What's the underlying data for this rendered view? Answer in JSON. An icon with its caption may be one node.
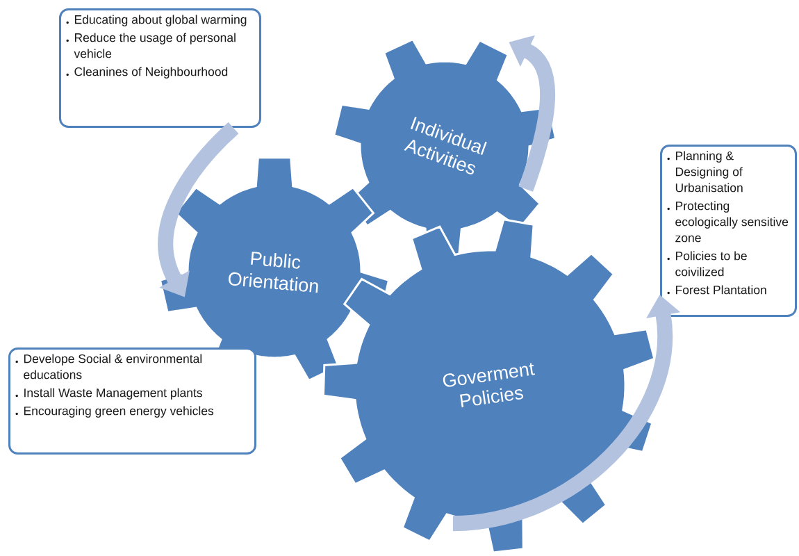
{
  "diagram": {
    "nodes": [
      {
        "text": [
          "Educating about global warming",
          "Reduce the usage of personal vehicle",
          "Cleanines of Neighbourhood"
        ]
      },
      {
        "text": [
          "Individual Activities"
        ]
      },
      {
        "text": [
          "Public Orientation"
        ]
      },
      {
        "text": [
          "Planning & Designing of Urbanisation",
          "Protecting ecologically sensitive zone",
          "Policies to be coivilized",
          "Forest Plantation"
        ]
      },
      {
        "text": [
          "Develope Social & environmental educations",
          "Install Waste Management plants",
          "Encouraging green energy vehicles"
        ]
      },
      {
        "text": [
          "Goverment Policies"
        ]
      }
    ],
    "edges": [
      {
        "from": 0,
        "to": 2,
        "arrow": "to"
      },
      {
        "from": 1,
        "to": null,
        "arrow": "to"
      },
      {
        "from": 5,
        "to": 3,
        "arrow": "to"
      }
    ]
  }
}
